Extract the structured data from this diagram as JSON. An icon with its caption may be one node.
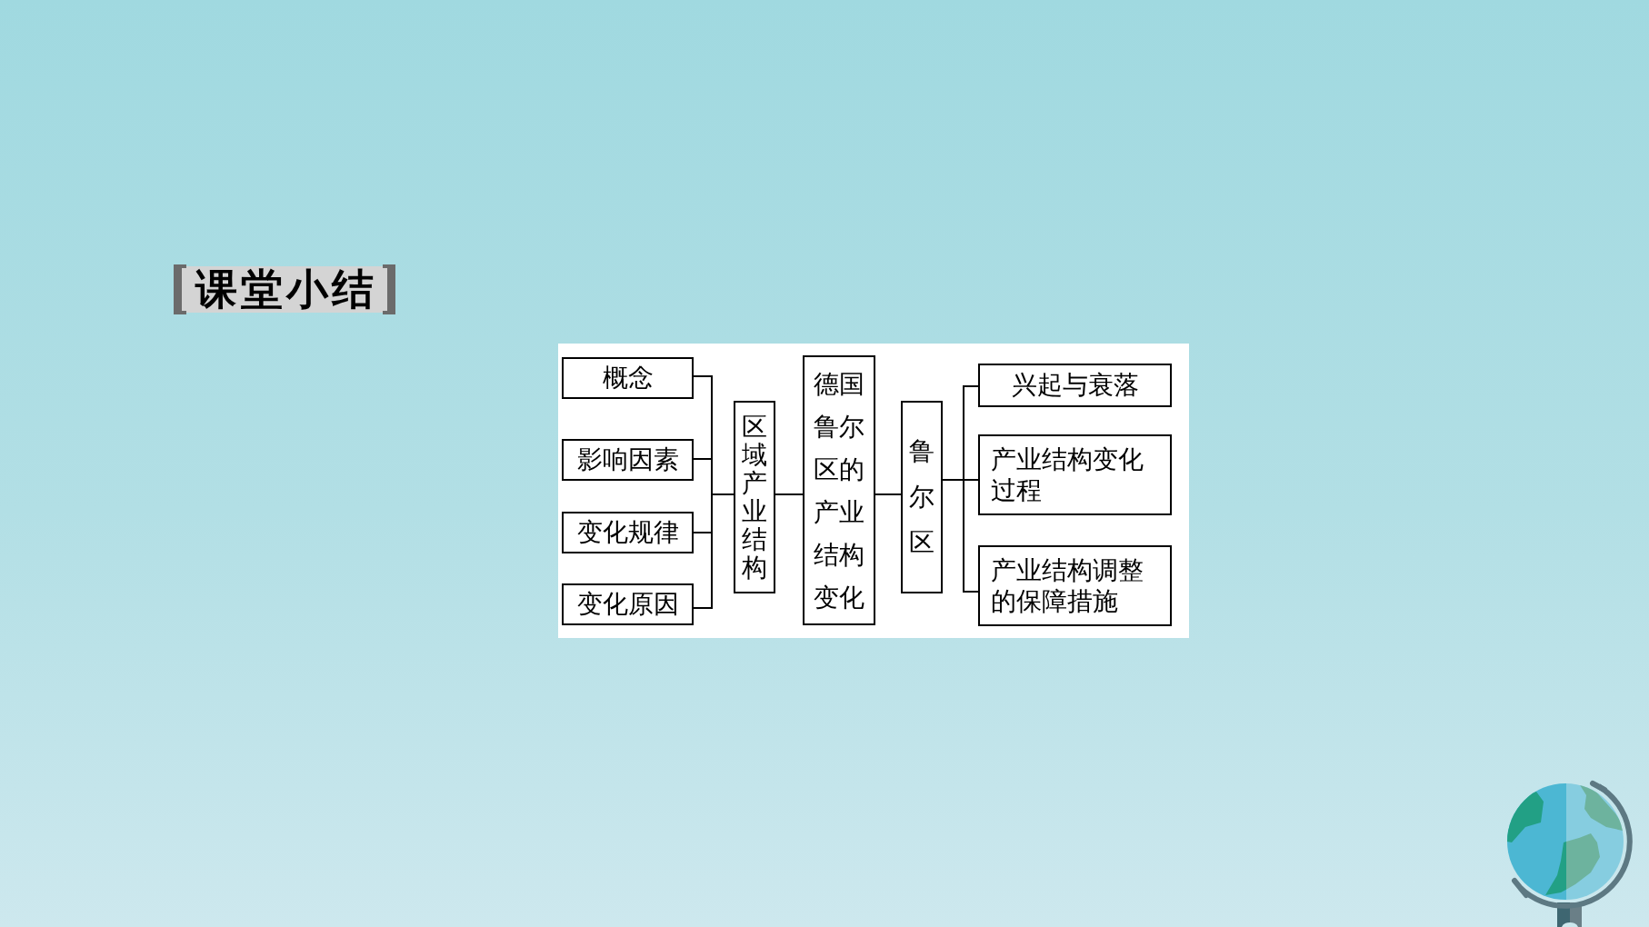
{
  "diagram": {
    "title": "课堂小结",
    "nodes": [
      {
        "text": [
          "概念"
        ]
      },
      {
        "text": [
          "影响因素"
        ]
      },
      {
        "text": [
          "变化规律"
        ]
      },
      {
        "text": [
          "变化原因"
        ]
      },
      {
        "text": [
          "区域产业结构"
        ]
      },
      {
        "text": [
          "德国鲁尔区的产业结构变化"
        ]
      },
      {
        "text": [
          "鲁尔区"
        ]
      },
      {
        "text": [
          "兴起与衰落"
        ]
      },
      {
        "text": [
          "产业结构变化过程"
        ]
      },
      {
        "text": [
          "产业结构调整的保障措施"
        ]
      }
    ],
    "edges": [
      {
        "from": 4,
        "to": 0,
        "arrow": "none"
      },
      {
        "from": 4,
        "to": 1,
        "arrow": "none"
      },
      {
        "from": 4,
        "to": 2,
        "arrow": "none"
      },
      {
        "from": 4,
        "to": 3,
        "arrow": "none"
      },
      {
        "from": 5,
        "to": 4,
        "arrow": "none"
      },
      {
        "from": 5,
        "to": 6,
        "arrow": "none"
      },
      {
        "from": 6,
        "to": 7,
        "arrow": "none"
      },
      {
        "from": 6,
        "to": 8,
        "arrow": "none"
      },
      {
        "from": 6,
        "to": 9,
        "arrow": "none"
      }
    ]
  }
}
